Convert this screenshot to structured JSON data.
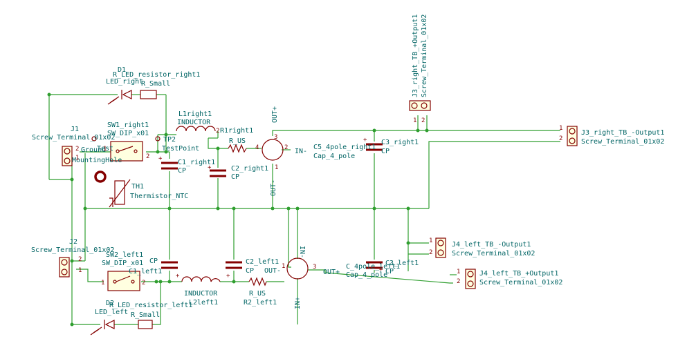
{
  "labels": {
    "d1_ref": "D1",
    "r_led_right": "R_LED_resistor_right1",
    "r_small_1": "R_Small",
    "led_right": "LED_right",
    "l1_ref": "L1right1",
    "inductor_1": "INDUCTOR",
    "j1_ref": "J1",
    "j1_val": "Screw_Terminal_01x02",
    "sw1_ref": "SW1_right1",
    "sw1_val": "SW_DIP_x01",
    "tp2": "TP2",
    "testpoint": "TestPoint",
    "gnd": "Ground",
    "test": "Test",
    "mounting": "MountingHole",
    "c1r_ref": "C1_right1",
    "c1r_val": "CP",
    "r1_ref": "R1right1",
    "rus1": "R_US",
    "c2r_ref": "C2_right1",
    "c2r_val": "CP",
    "outp_top": "OUT+",
    "inm_right": "IN-",
    "outm_right": "OUT-",
    "c5r_ref": "C5_4pole_right1",
    "c5r_val": "Cap_4_pole",
    "c3r_ref": "C3_right1",
    "c3r_val": "CP",
    "j3p_ref": "J3_right_TB_+Output1",
    "j3p_val": "Screw_Terminal_01x02",
    "j3m_ref": "J3_right_TB_-Output1",
    "j3m_val": "Screw_Terminal_01x02",
    "th1_ref": "TH1",
    "th1_val": "Thermistor_NTC",
    "j2_ref": "J2",
    "j2_val": "Screw_Terminal_01x02",
    "sw2_ref": "SW2_left1",
    "sw2_val": "SW_DIP_x01",
    "cp_left": "CP",
    "c1l_ref": "C1_left1",
    "c2l_ref": "C2_left1",
    "c2l_val": "CP",
    "outm_left": "OUT-",
    "l2_val": "INDUCTOR",
    "l2_ref": "L2left1",
    "rus2": "R_US",
    "r2_ref": "R2_left1",
    "inm_left": "IN-",
    "inp_left": "IN+",
    "outp_left": "OUT+",
    "c4l_ref": "C_4pole_left1",
    "c4l_val": "Cap_4_pole",
    "c3l_ref": "C3_left1",
    "c3l_val": "CP",
    "j4m_ref": "J4_left_TB_-Output1",
    "j4m_val": "Screw_Terminal_01x02",
    "j4p_ref": "J4_left_TB_+Output1",
    "j4p_val": "Screw_Terminal_01x02",
    "d2_ref": "D2",
    "r_led_left": "R_LED_resistor_left1",
    "led_left": "LED_left",
    "r_small_2": "R_Small"
  },
  "pins": {
    "p1": "1",
    "p2": "2",
    "p3": "3",
    "p4": "4"
  }
}
